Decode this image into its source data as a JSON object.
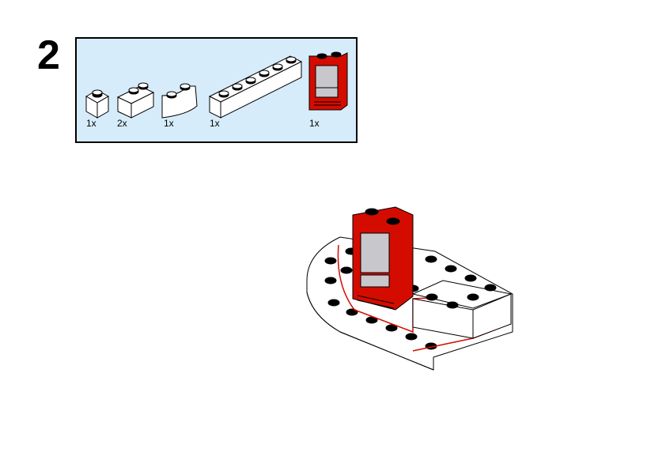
{
  "step_number": "2",
  "parts_list": [
    {
      "name": "brick-1x1",
      "color": "white",
      "quantity": "1x"
    },
    {
      "name": "brick-1x2",
      "color": "white",
      "quantity": "2x"
    },
    {
      "name": "brick-round-corner",
      "color": "white",
      "quantity": "1x"
    },
    {
      "name": "brick-1x6",
      "color": "white",
      "quantity": "1x"
    },
    {
      "name": "door-1x1x3",
      "color": "red",
      "quantity": "1x"
    }
  ],
  "colors": {
    "panel": "#d6ecfb",
    "red": "#d40c00",
    "glass": "#c8c8cc",
    "outline": "#000000"
  }
}
